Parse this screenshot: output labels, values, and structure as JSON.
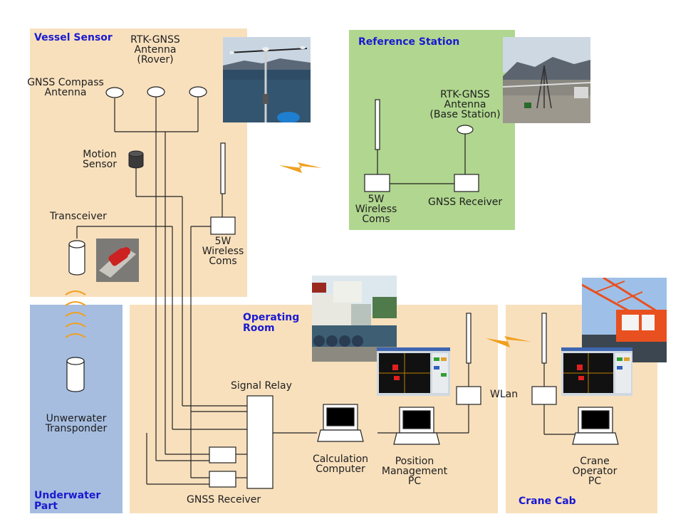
{
  "zones": {
    "vessel": "Vessel Sensor",
    "reference": "Reference Station",
    "underwater": "Underwater\nPart",
    "operating": "Operating\nRoom",
    "crane": "Crane Cab"
  },
  "labels": {
    "rtk_rover": "RTK-GNSS\nAntenna\n(Rover)",
    "gnss_compass": "GNSS Compass\nAntenna",
    "motion_sensor": "Motion\nSensor",
    "transceiver": "Transceiver",
    "wireless_vessel": "5W\nWireless\nComs",
    "rtk_base": "RTK-GNSS\nAntenna\n(Base Station)",
    "wireless_ref": "5W\nWireless\nComs",
    "gnss_receiver_ref": "GNSS Receiver",
    "transponder": "Unwerwater\nTransponder",
    "signal_relay": "Signal Relay",
    "gnss_receiver_op": "GNSS Receiver",
    "calc_computer": "Calculation\nComputer",
    "position_pc": "Position\nManagement\nPC",
    "wlan": "WLan",
    "crane_pc": "Crane\nOperator\nPC"
  },
  "colors": {
    "vessel_bg": "#f8e0bd",
    "reference_bg": "#b0d68f",
    "underwater_bg": "#a6bde0",
    "operating_bg": "#f8e0bd",
    "crane_bg": "#f8e0bd",
    "zone_title": "#1a1ad0",
    "lightning": "#f0a020"
  }
}
